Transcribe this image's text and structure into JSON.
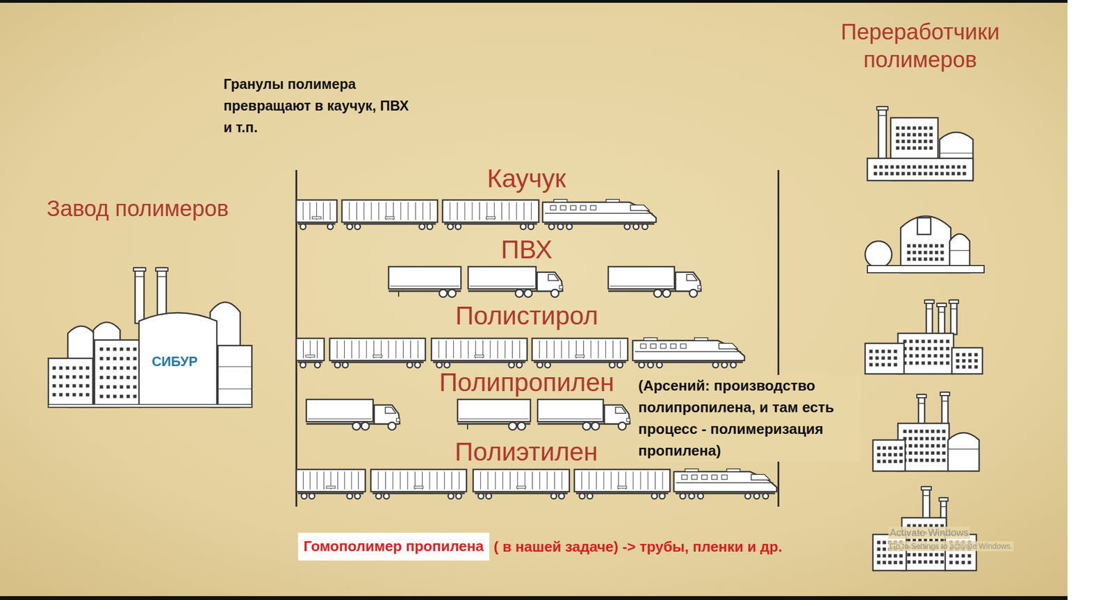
{
  "diagram": {
    "nodes": [
      {
        "text": [
          "Гомополимер пропилена"
        ]
      }
    ],
    "labels": [
      "Переработчики полимеров",
      "Гранулы полимера превращают в каучук, ПВХ и т.п.",
      "Завод полимеров",
      "СИБУР",
      "Каучук",
      "ПВХ",
      "Полистирол",
      "Полипропилен",
      "Полиэтилен",
      "(Арсений: производство полипропилена, и там есть процесс - полимеризация пропилена)",
      "( в нашей задаче) -> трубы, пленки и др.",
      "Activate Windows",
      "Go to Settings to activate Windows."
    ]
  }
}
